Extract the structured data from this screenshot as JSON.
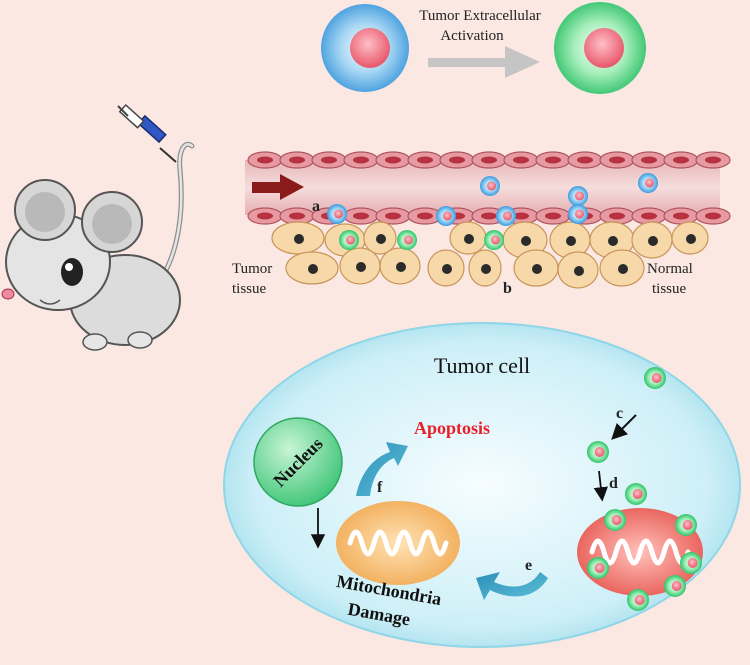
{
  "labels": {
    "activation_line1": "Tumor Extracellular",
    "activation_line2": "Activation",
    "a": "a",
    "b": "b",
    "c": "c",
    "d": "d",
    "e": "e",
    "f": "f",
    "tumor_tissue_line1": "Tumor",
    "tumor_tissue_line2": "tissue",
    "normal_tissue_line1": "Normal",
    "normal_tissue_line2": "tissue",
    "tumor_cell": "Tumor cell",
    "apoptosis": "Apoptosis",
    "nucleus": "Nucleus",
    "mito_line1": "Mitochondria",
    "mito_line2": "Damage"
  },
  "colors": {
    "background": "#fbe8e2",
    "nanoparticle_inactive": "#4aa8e8",
    "nanoparticle_active": "#3fcf6e",
    "core": "#f26b7d",
    "blood_vessel": "#c9707a",
    "tumor_cell_fill": "#c9eef6",
    "apoptosis_text": "#e8202a",
    "arrow_teal": "#2a8ab0",
    "inflow_arrow": "#8b1a1a"
  }
}
